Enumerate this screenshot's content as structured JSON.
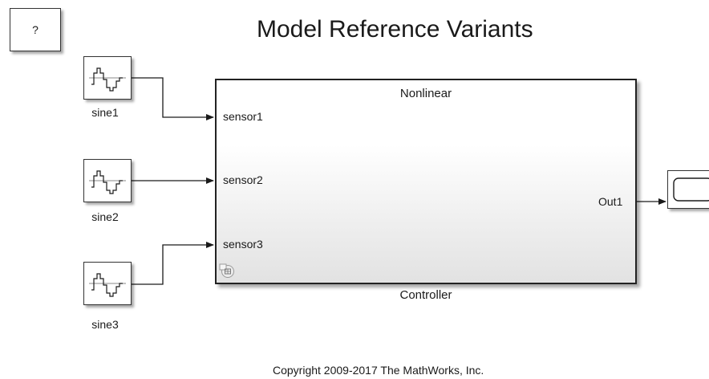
{
  "diagram": {
    "title": "Model Reference Variants",
    "help_block_text": "?",
    "sources": [
      {
        "label": "sine1"
      },
      {
        "label": "sine2"
      },
      {
        "label": "sine3"
      }
    ],
    "model_block": {
      "variant_name": "Nonlinear",
      "name": "Controller",
      "inputs": [
        "sensor1",
        "sensor2",
        "sensor3"
      ],
      "output": "Out1"
    },
    "sink_icon": "scope-icon",
    "copyright": "Copyright 2009-2017 The MathWorks, Inc."
  }
}
